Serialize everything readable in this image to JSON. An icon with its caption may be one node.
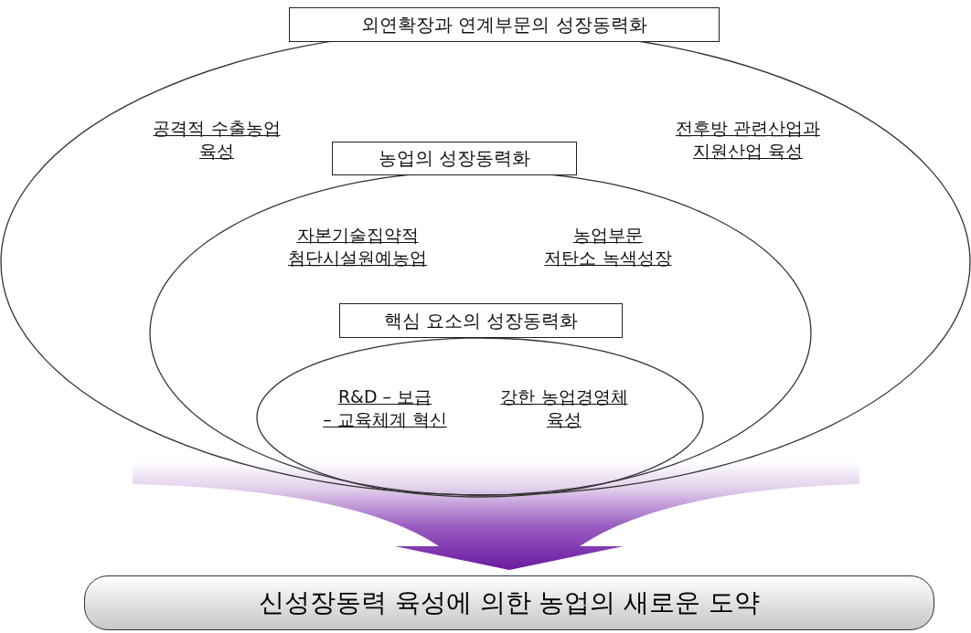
{
  "diagram": {
    "nodes": [
      {
        "text": [
          "외연확장과 연계부문의 성장동력화",
          "공격적 수출농업 육성",
          "전후방 관련산업과 지원산업 육성"
        ]
      },
      {
        "text": [
          "농업의 성장동력화",
          "자본기술집약적 첨단시설원예농업",
          "농업부문 저탄소 녹색성장"
        ],
        "in": 0
      },
      {
        "text": [
          "핵심 요소의 성장동력화",
          "R&D – 보급 – 교육체계 혁신",
          "강한 농업경영체 육성"
        ],
        "in": 1
      },
      {
        "text": [
          "신성장동력 육성에 의한 농업의 새로운 도약"
        ]
      }
    ],
    "edges": [
      {
        "from": 0,
        "to": 3,
        "arrow": "to"
      }
    ]
  }
}
